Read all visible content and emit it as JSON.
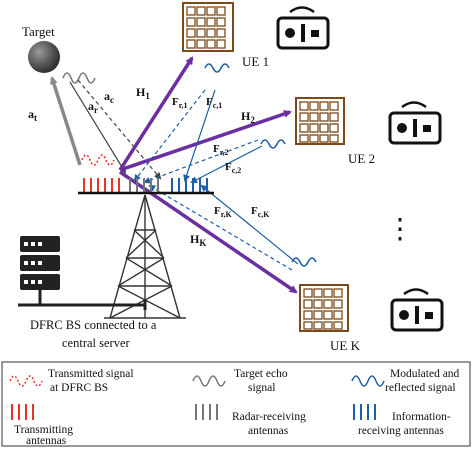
{
  "colors": {
    "red": "#e8332b",
    "gray": "#888888",
    "blue": "#1f5fa8",
    "purple": "#6b2fa0",
    "dark": "#333333",
    "building": "#7a4a1a"
  },
  "icons": [
    "target-sphere",
    "radar-antenna-icon",
    "server-icon",
    "tower-icon",
    "building-icon",
    "remote-control-icon"
  ],
  "labels": {
    "target": "Target",
    "ue1": "UE 1",
    "ue2": "UE 2",
    "uek": "UE K",
    "server_line1": "DFRC BS connected to a",
    "server_line2": "central server",
    "dots": "⋮"
  },
  "vectors": {
    "at": "a",
    "at_sub": "t",
    "ac": "a",
    "ac_sub": "c",
    "ar": "a",
    "ar_sub": "r",
    "h1": "H",
    "h1_sub": "1",
    "h2": "H",
    "h2_sub": "2",
    "hk": "H",
    "hk_sub": "K",
    "fr1": "F",
    "fr1_sub": "r,1",
    "fc1": "F",
    "fc1_sub": "c,1",
    "fr2": "F",
    "fr2_sub": "r,2",
    "fc2": "F",
    "fc2_sub": "c,2",
    "frk": "F",
    "frk_sub": "r,K",
    "fck": "F",
    "fck_sub": "c,K"
  },
  "legend": {
    "transmitted_1": "Transmitted signal",
    "transmitted_2": "at DFRC BS",
    "echo_1": "Target echo",
    "echo_2": "signal",
    "modulated_1": "Modulated and",
    "modulated_2": "reflected signal",
    "tx_ant_1": "Transmitting",
    "tx_ant_2": "antennas",
    "rx_ant_1": "Radar-receiving",
    "rx_ant_2": "antennas",
    "info_ant_1": "Information-",
    "info_ant_2": "receiving antennas"
  }
}
